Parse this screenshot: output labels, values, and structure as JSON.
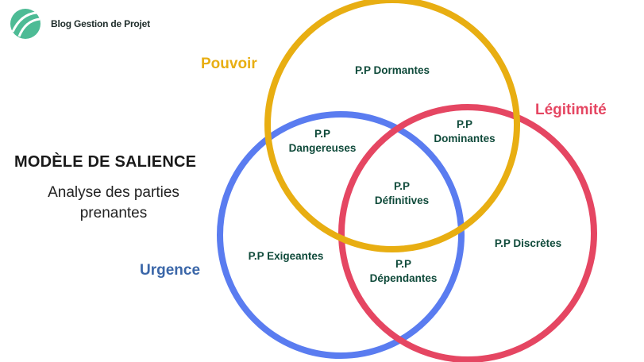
{
  "brand": {
    "name": "Blog Gestion de Projet",
    "logo_color": "#4dbb95"
  },
  "title": "MODÈLE DE SALIENCE",
  "subtitle": "Analyse des parties prenantes",
  "sets": {
    "pouvoir": {
      "label": "Pouvoir",
      "color": "#e8ae12"
    },
    "legitimite": {
      "label": "Légitimité",
      "color": "#e54662"
    },
    "urgence": {
      "label": "Urgence",
      "color": "#5a7cf0"
    }
  },
  "regions": {
    "dormantes": "P.P Dormantes",
    "dangereuses_1": "P.P",
    "dangereuses_2": "Dangereuses",
    "dominantes_1": "P.P",
    "dominantes_2": "Dominantes",
    "definitives_1": "P.P",
    "definitives_2": "Définitives",
    "exigeantes": "P.P Exigeantes",
    "dependantes_1": "P.P",
    "dependantes_2": "Dépendantes",
    "discretes": "P.P Discrètes"
  }
}
